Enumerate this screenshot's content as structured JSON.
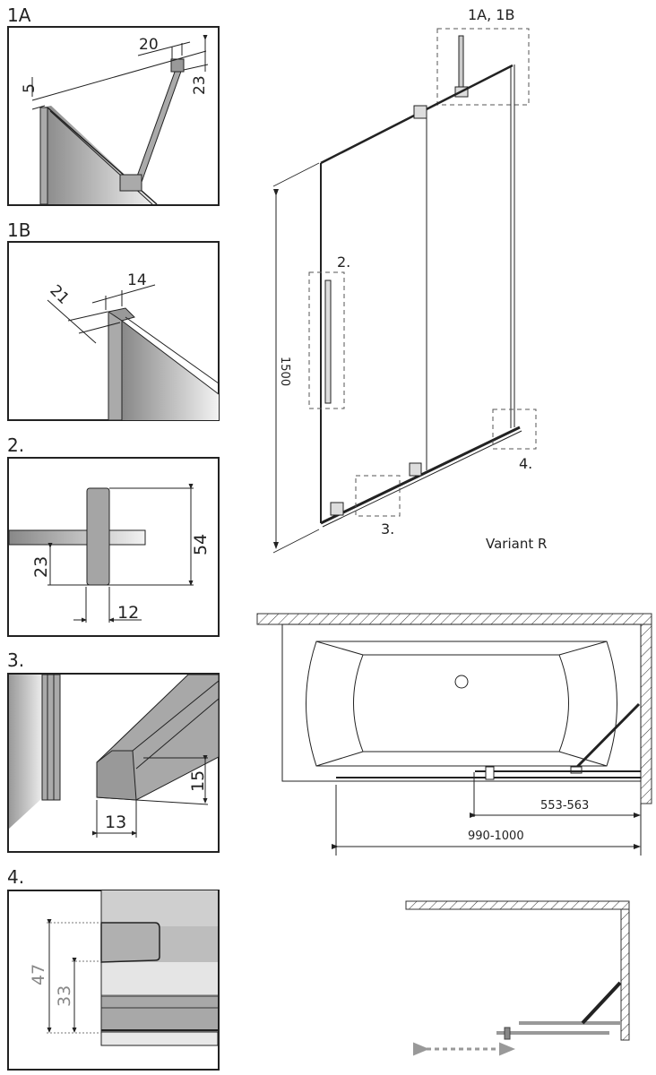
{
  "details": {
    "d1a": {
      "title": "1A",
      "dims": [
        "20",
        "5",
        "23"
      ]
    },
    "d1b": {
      "title": "1B",
      "dims": [
        "14",
        "21"
      ]
    },
    "d2": {
      "title": "2.",
      "dims": [
        "54",
        "23",
        "12"
      ]
    },
    "d3": {
      "title": "3.",
      "dims": [
        "15",
        "13"
      ]
    },
    "d4": {
      "title": "4.",
      "dims": [
        "47",
        "33"
      ]
    }
  },
  "main_view": {
    "callout_1ab": "1A, 1B",
    "callout_2": "2.",
    "callout_3": "3.",
    "callout_4": "4.",
    "height_dim": "1500",
    "variant_label": "Variant R"
  },
  "plan_view": {
    "dim_short": "553-563",
    "dim_long": "990-1000"
  },
  "colors": {
    "line": "#222222",
    "gray": "#8a8a8a",
    "panel": "#a8a8a8"
  }
}
